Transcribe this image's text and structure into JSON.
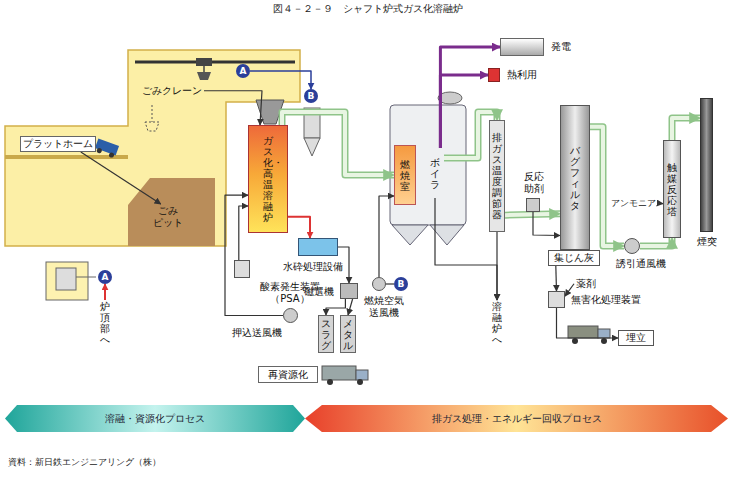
{
  "diagram": {
    "title": "図４－２－９　シャフト炉式ガス化溶融炉",
    "caption": "資料：新日鉄エンジニアリング（株）",
    "nodes": [
      {
        "text": [
          "プラットホーム"
        ]
      },
      {
        "text": [
          "ごみクレーン"
        ]
      },
      {
        "text": [
          "ごみ ピット"
        ]
      },
      {
        "text": [
          "A"
        ]
      },
      {
        "text": [
          "B"
        ]
      },
      {
        "text": [
          "ガス化・高温溶融炉"
        ]
      },
      {
        "text": [
          "水砕処理設備"
        ]
      },
      {
        "text": [
          "磁選機"
        ]
      },
      {
        "text": [
          "スラグ"
        ]
      },
      {
        "text": [
          "メタル"
        ]
      },
      {
        "text": [
          "再資源化"
        ]
      },
      {
        "text": [
          "酸素発生装置 （PSA）"
        ]
      },
      {
        "text": [
          "押込送風機"
        ]
      },
      {
        "text": [
          "燃焼空気 送風機"
        ]
      },
      {
        "text": [
          "B"
        ]
      },
      {
        "text": [
          "燃焼室"
        ]
      },
      {
        "text": [
          "ボイラ"
        ]
      },
      {
        "text": [
          "発電"
        ]
      },
      {
        "text": [
          "熱利用"
        ]
      },
      {
        "text": [
          "排ガス温度調節器"
        ]
      },
      {
        "text": [
          "反応助剤"
        ]
      },
      {
        "text": [
          "バグフィルタ"
        ]
      },
      {
        "text": [
          "集じん灰"
        ]
      },
      {
        "text": [
          "薬剤"
        ]
      },
      {
        "text": [
          "無害化処理装置"
        ]
      },
      {
        "text": [
          "埋立"
        ]
      },
      {
        "text": [
          "誘引通風機"
        ]
      },
      {
        "text": [
          "アンモニア"
        ]
      },
      {
        "text": [
          "触媒反応塔"
        ]
      },
      {
        "text": [
          "煙突"
        ]
      },
      {
        "text": [
          "溶融炉へ"
        ]
      },
      {
        "text": [
          "A"
        ]
      },
      {
        "text": [
          "炉頂部へ"
        ]
      },
      {
        "text": [
          "溶融・資源化プロセス"
        ]
      },
      {
        "text": [
          "排ガス処理・エネルギー回収プロセス"
        ]
      }
    ],
    "edges": [
      {
        "from": 5,
        "to": 15,
        "arrow": "to"
      },
      {
        "from": 16,
        "to": 19,
        "arrow": "to"
      },
      {
        "from": 19,
        "to": 21,
        "arrow": "to"
      },
      {
        "from": 21,
        "to": 26,
        "arrow": "to"
      },
      {
        "from": 26,
        "to": 28,
        "arrow": "to"
      },
      {
        "from": 28,
        "to": 29,
        "arrow": "to"
      },
      {
        "from": 16,
        "to": 17,
        "arrow": "to"
      },
      {
        "from": 16,
        "to": 18,
        "arrow": "to"
      },
      {
        "from": 5,
        "to": 6,
        "arrow": "to"
      },
      {
        "from": 6,
        "to": 7,
        "arrow": "to"
      },
      {
        "from": 7,
        "to": 8,
        "arrow": "to"
      },
      {
        "from": 7,
        "to": 9,
        "arrow": "to"
      },
      {
        "from": 20,
        "to": 21,
        "arrow": "to"
      },
      {
        "from": 27,
        "to": 28,
        "arrow": "to"
      },
      {
        "from": 22,
        "to": 24,
        "arrow": "to"
      },
      {
        "from": 23,
        "to": 24,
        "arrow": "to"
      },
      {
        "from": 24,
        "to": 25,
        "arrow": "to"
      },
      {
        "from": 11,
        "to": 5,
        "arrow": "to"
      },
      {
        "from": 12,
        "to": 5,
        "arrow": "to"
      },
      {
        "from": 13,
        "to": 15,
        "arrow": "to"
      },
      {
        "from": 0,
        "to": 2,
        "arrow": "to"
      },
      {
        "from": 1,
        "to": 5,
        "arrow": "to"
      },
      {
        "from": 3,
        "to": 4,
        "arrow": "to"
      },
      {
        "from": 32,
        "to": 31,
        "arrow": "to"
      },
      {
        "from": 14,
        "to": 13,
        "arrow": "none"
      },
      {
        "from": 16,
        "to": 30,
        "arrow": "to"
      },
      {
        "from": 19,
        "to": 30,
        "arrow": "to"
      }
    ]
  }
}
